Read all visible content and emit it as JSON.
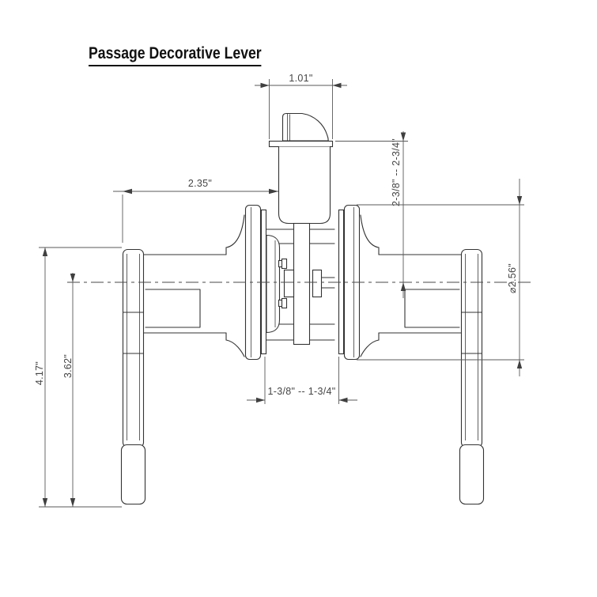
{
  "title": "Passage Decorative Lever",
  "drawing": {
    "product": "Passage Decorative Lever",
    "dimensions": {
      "faceplate_width": "1.01\"",
      "lever_length": "2.35\"",
      "backset_range": "2-3/8\" -- 2-3/4\"",
      "rosette_diameter": "⌀2.56\"",
      "door_thickness_range": "1-3/8\" -- 1-3/4\"",
      "lever_overall_length": "4.17\"",
      "lever_center_to_end": "3.62\""
    },
    "colors": {
      "background": "#ffffff",
      "part_line": "#333333",
      "dimension_line": "#5a5a5a",
      "text": "#454545",
      "title_text": "#111111"
    }
  }
}
